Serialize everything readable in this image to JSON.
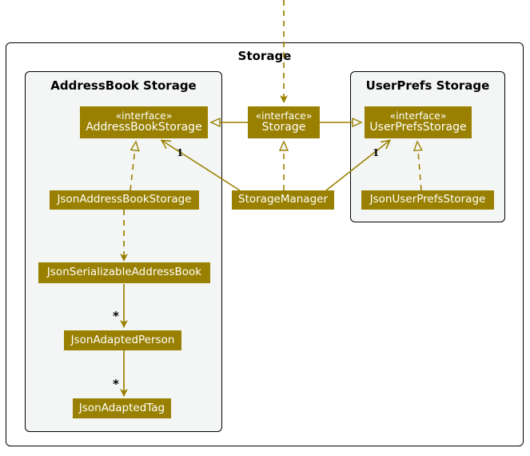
{
  "diagram": {
    "type": "uml-class-diagram",
    "accent_color": "#998000",
    "package_fill": "#f4f6f5",
    "border_color": "#000000",
    "text_on_node": "#ffffff"
  },
  "packages": {
    "storage": {
      "title": "Storage"
    },
    "addressbook_storage": {
      "title": "AddressBook Storage"
    },
    "userprefs_storage": {
      "title": "UserPrefs Storage"
    }
  },
  "nodes": {
    "address_book_storage": {
      "stereotype": "«interface»",
      "name": "AddressBookStorage"
    },
    "storage": {
      "stereotype": "«interface»",
      "name": "Storage"
    },
    "user_prefs_storage": {
      "stereotype": "«interface»",
      "name": "UserPrefsStorage"
    },
    "json_address_book_storage": {
      "name": "JsonAddressBookStorage"
    },
    "storage_manager": {
      "name": "StorageManager"
    },
    "json_user_prefs_storage": {
      "name": "JsonUserPrefsStorage"
    },
    "json_serializable_address_book": {
      "name": "JsonSerializableAddressBook"
    },
    "json_adapted_person": {
      "name": "JsonAdaptedPerson"
    },
    "json_adapted_tag": {
      "name": "JsonAdaptedTag"
    }
  },
  "multiplicities": {
    "storagemanager_to_addressbookstorage": "1",
    "storagemanager_to_userprefsstorage": "1",
    "serializable_to_person": "*",
    "person_to_tag": "*"
  }
}
